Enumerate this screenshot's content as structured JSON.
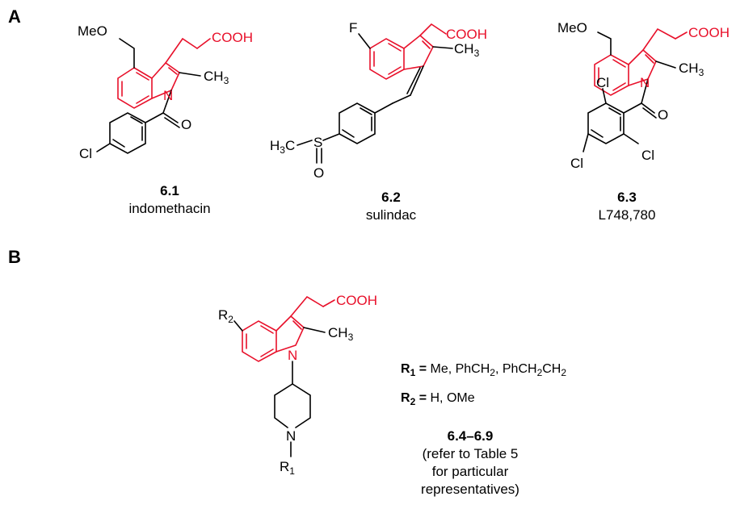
{
  "panels": {
    "a": "A",
    "b": "B"
  },
  "atoms": {
    "meo": "MeO",
    "cooh": "COOH",
    "n": "N",
    "ch3_c": "CH",
    "ch3_sub": "3",
    "o": "O",
    "cl": "Cl",
    "f": "F",
    "s": "S",
    "h3c_h": "H",
    "h3c_sub": "3",
    "h3c_c": "C",
    "r": "R",
    "sub1": "1",
    "sub2": "2"
  },
  "compounds": [
    {
      "number": "6.1",
      "name": "indomethacin"
    },
    {
      "number": "6.2",
      "name": "sulindac"
    },
    {
      "number": "6.3",
      "name": "L748,780"
    }
  ],
  "series": {
    "r1_label": "R",
    "r1_sub": "1",
    "eq": " =",
    "r1_values_1": " Me, PhCH",
    "r1_values_2": ", PhCH",
    "r1_values_3": "CH",
    "ch2_sub": "2",
    "r2_label": "R",
    "r2_sub": "2",
    "r2_values": " H, OMe",
    "range": "6.4–6.9",
    "note_1": "(refer to Table 5",
    "note_2": "for particular",
    "note_3": "representatives)"
  },
  "colors": {
    "highlight": "#e8102a",
    "bonds": "#000000"
  }
}
